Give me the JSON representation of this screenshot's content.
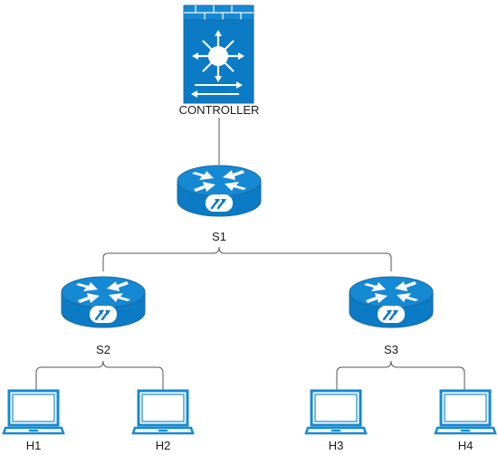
{
  "controller": {
    "label": "CONTROLLER",
    "icon": "controller-firewall-icon"
  },
  "switches": [
    {
      "id": "s1",
      "label": "S1",
      "icon": "router-switch-icon"
    },
    {
      "id": "s2",
      "label": "S2",
      "icon": "router-switch-icon"
    },
    {
      "id": "s3",
      "label": "S3",
      "icon": "router-switch-icon"
    }
  ],
  "hosts": [
    {
      "id": "h1",
      "label": "H1",
      "icon": "laptop-icon"
    },
    {
      "id": "h2",
      "label": "H2",
      "icon": "laptop-icon"
    },
    {
      "id": "h3",
      "label": "H3",
      "icon": "laptop-icon"
    },
    {
      "id": "h4",
      "label": "H4",
      "icon": "laptop-icon"
    }
  ],
  "colors": {
    "icon_fill": "#0a7bc4",
    "icon_stroke": "#1f6aa1",
    "line": "#555555"
  }
}
